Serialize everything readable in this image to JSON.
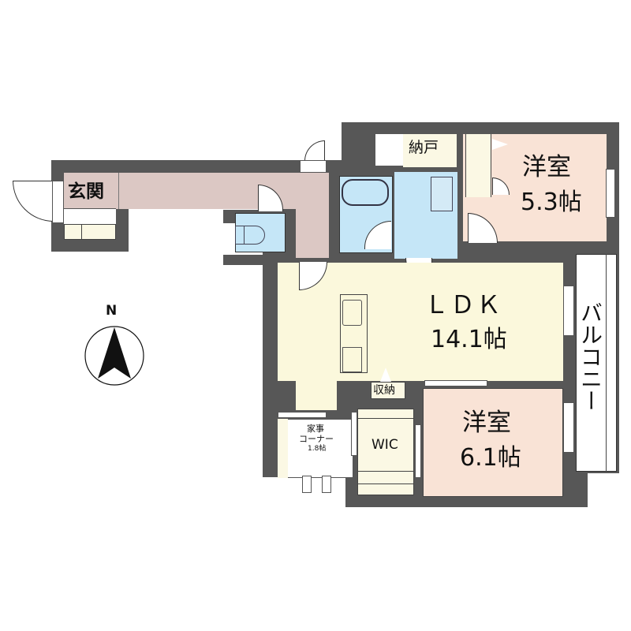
{
  "floorplan": {
    "rooms": {
      "entrance": {
        "label": "玄関"
      },
      "storage_nando": {
        "label": "納戸"
      },
      "western_room_1": {
        "label": "洋室",
        "size": "5.3帖"
      },
      "ldk": {
        "label": "ＬＤＫ",
        "size": "14.1帖"
      },
      "western_room_2": {
        "label": "洋室",
        "size": "6.1帖"
      },
      "storage_shuno": {
        "label": "収納"
      },
      "housework_corner": {
        "label_line1": "家事",
        "label_line2": "コーナー",
        "size": "1.8帖"
      },
      "wic": {
        "label": "WIC"
      },
      "balcony": {
        "label": "バルコニー"
      }
    },
    "compass": {
      "label": "N"
    },
    "colors": {
      "wall": "#575757",
      "hallway": "#dcc8c4",
      "wet_area": "#c5e6f7",
      "ldk": "#fbf8dc",
      "bedroom": "#f9e3d6",
      "storage": "#fbf8e4"
    }
  }
}
